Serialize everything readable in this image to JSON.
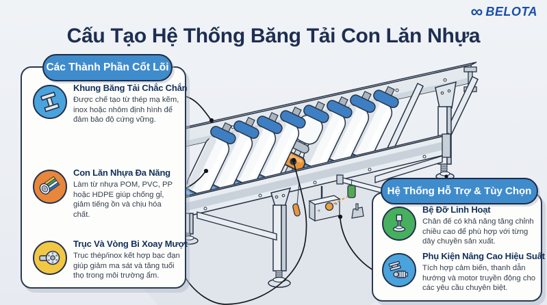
{
  "header": {
    "title": "Cấu Tạo Hệ Thống Băng Tải Con Lăn Nhựa",
    "brand": {
      "symbol": "∞",
      "name": "BELOTA"
    }
  },
  "panels": {
    "core": {
      "heading": "Các Thành Phần Cốt Lõi",
      "items": [
        {
          "title": "Khung Băng Tải Chắc Chắn",
          "description": "Được chế tạo từ thép mạ kẽm, inox hoặc nhôm định hình để đảm bảo độ cứng vững.",
          "icon": "i-beam-frame-icon"
        },
        {
          "title": "Con Lăn Nhựa Đa Năng",
          "description": "Làm từ nhựa POM, PVC, PP hoặc HDPE giúp chống gỉ, giảm tiếng ồn và chịu hóa chất.",
          "icon": "plastic-roller-icon"
        },
        {
          "title": "Trục Và Vòng Bi Xoay Mượt",
          "description": "Trục thép/inox kết hợp bạc đạn giúp giảm ma sát và tăng tuổi thọ trong môi trường ẩm.",
          "icon": "shaft-bearing-icon"
        }
      ]
    },
    "support": {
      "heading": "Hệ Thống Hỗ Trợ & Tùy Chọn",
      "items": [
        {
          "title": "Bệ Đỡ Linh Hoạt",
          "description": "Chân đế có khả năng tăng chỉnh chiều cao để phù hợp với từng dây chuyền sản xuất.",
          "icon": "leveling-foot-icon"
        },
        {
          "title": "Phụ Kiện Nâng Cao Hiệu Suất",
          "description": "Tích hợp cảm biến, thanh dẫn hướng và motor truyền động cho các yêu cầu chuyên biệt.",
          "icon": "motor-accessory-icon"
        }
      ]
    }
  },
  "colors": {
    "background": "#edf0f4",
    "title_navy": "#1e2e52",
    "logo_blue": "#1a4fa8",
    "pill_blue": "#3f8ccc",
    "icon_circle_blue": "#4aa3dc",
    "icon_circle_orange": "#e8873b",
    "icon_circle_yellow": "#f2c744",
    "icon_circle_green": "#46b05e",
    "roller_end_blue": "#3d7fc2",
    "bearing_highlight_orange": "#e8953c",
    "frame_gray": "#e4e9ee"
  }
}
